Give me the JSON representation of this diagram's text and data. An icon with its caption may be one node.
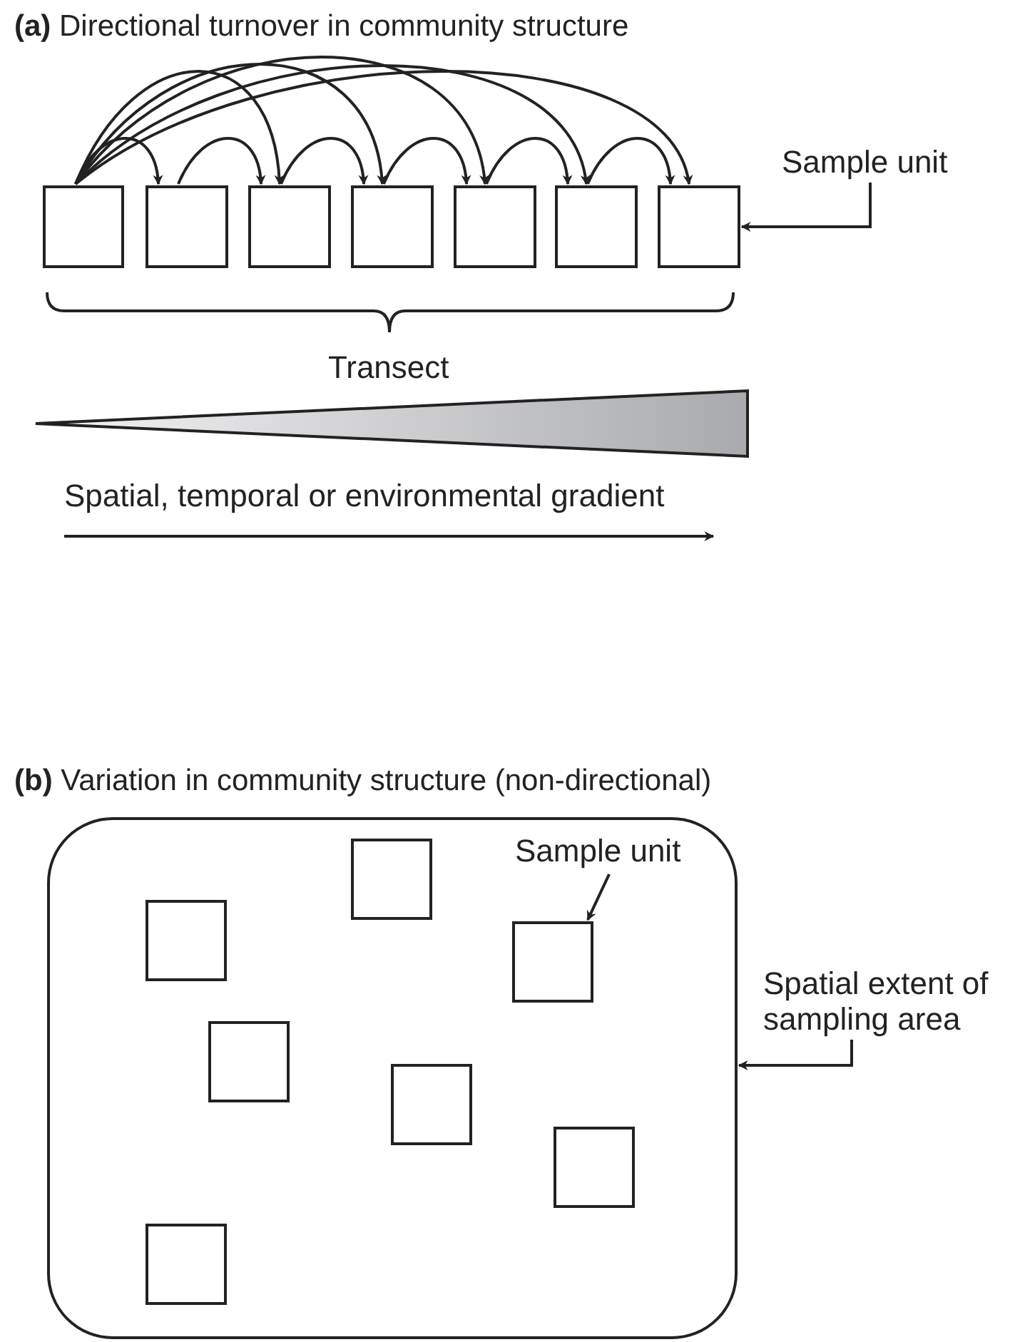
{
  "diagram": {
    "nodes": [
      {
        "text": [],
        "shape": "box"
      },
      {
        "text": [],
        "shape": "box"
      },
      {
        "text": [],
        "shape": "box"
      },
      {
        "text": [],
        "shape": "box"
      },
      {
        "text": [],
        "shape": "box"
      },
      {
        "text": [],
        "shape": "box"
      },
      {
        "text": [],
        "shape": "box"
      },
      {
        "text": [
          "Sample unit"
        ]
      },
      {
        "text": [],
        "shape": "box"
      },
      {
        "text": [],
        "shape": "box",
        "in": 8
      },
      {
        "text": [],
        "shape": "box",
        "in": 8
      },
      {
        "text": [],
        "shape": "box",
        "in": 8
      },
      {
        "text": [],
        "shape": "box",
        "in": 8
      },
      {
        "text": [],
        "shape": "box",
        "in": 8
      },
      {
        "text": [],
        "shape": "box",
        "in": 8
      },
      {
        "text": [],
        "shape": "box",
        "in": 8
      },
      {
        "text": [
          "Sample unit"
        ],
        "in": 8
      },
      {
        "text": [
          "Spatial extent of sampling area"
        ]
      }
    ],
    "edges": [
      {
        "from": 0,
        "to": 1,
        "arrow": "to"
      },
      {
        "from": 0,
        "to": 2,
        "arrow": "to"
      },
      {
        "from": 0,
        "to": 3,
        "arrow": "to"
      },
      {
        "from": 0,
        "to": 4,
        "arrow": "to"
      },
      {
        "from": 0,
        "to": 5,
        "arrow": "to"
      },
      {
        "from": 0,
        "to": 6,
        "arrow": "to"
      },
      {
        "from": 1,
        "to": 2,
        "arrow": "to"
      },
      {
        "from": 2,
        "to": 3,
        "arrow": "to"
      },
      {
        "from": 3,
        "to": 4,
        "arrow": "to"
      },
      {
        "from": 4,
        "to": 5,
        "arrow": "to"
      },
      {
        "from": 5,
        "to": 6,
        "arrow": "to"
      },
      {
        "from": 7,
        "to": 6,
        "arrow": "to"
      },
      {
        "from": 16,
        "to": 11,
        "arrow": "to"
      },
      {
        "from": 17,
        "to": 8,
        "arrow": "to"
      }
    ],
    "labels": [
      "**(a)** Directional turnover in community structure",
      "Transect",
      "Spatial, temporal or environmental gradient",
      "**(b)** Variation in community structure (non-directional)"
    ]
  }
}
